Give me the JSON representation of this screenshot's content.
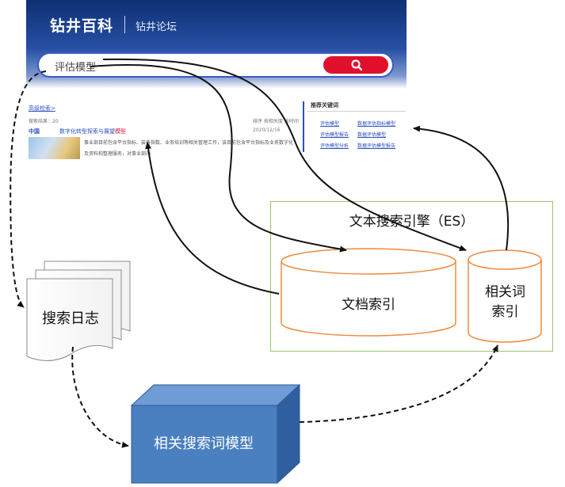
{
  "screenshot": {
    "logo": "钻井百科",
    "forum_link": "钻井论坛",
    "search_query": "评估模型",
    "advanced_search": "高级检索>",
    "result_count": "搜索结果：20",
    "sort": "排序 按相关度 按时间",
    "date": "2020/12/16",
    "result": {
      "source": "中国",
      "title_prefix": "数字化转型探索与展望",
      "title_highlight": "模型",
      "snippet_line1": "事业部目前包含平台指标、装备指数、业务培训等相关管理工作，该目前包含平台指标及业务数字化",
      "snippet_line2": "及资料和整理服务，对事业部内"
    },
    "keyword_panel": {
      "title": "推荐关键词",
      "keywords": [
        "评估模型",
        "数据评估指标模型",
        "评估模型报告",
        "数据评估模型",
        "评估模型分析",
        "数据评估模型报告"
      ]
    }
  },
  "diagram": {
    "es_title": "文本搜索引擎（ES）",
    "doc_index": "文档索引",
    "related_index_line1": "相关词",
    "related_index_line2": "索引",
    "search_log": "搜索日志",
    "related_model": "相关搜索词模型"
  },
  "colors": {
    "header_blue": "#1b3f8f",
    "search_red": "#e0102c",
    "cylinder_orange": "#f08a3c",
    "es_border_green": "#9bc46a",
    "model_blue": "#4a7fc0",
    "arrow_black": "#111111"
  }
}
